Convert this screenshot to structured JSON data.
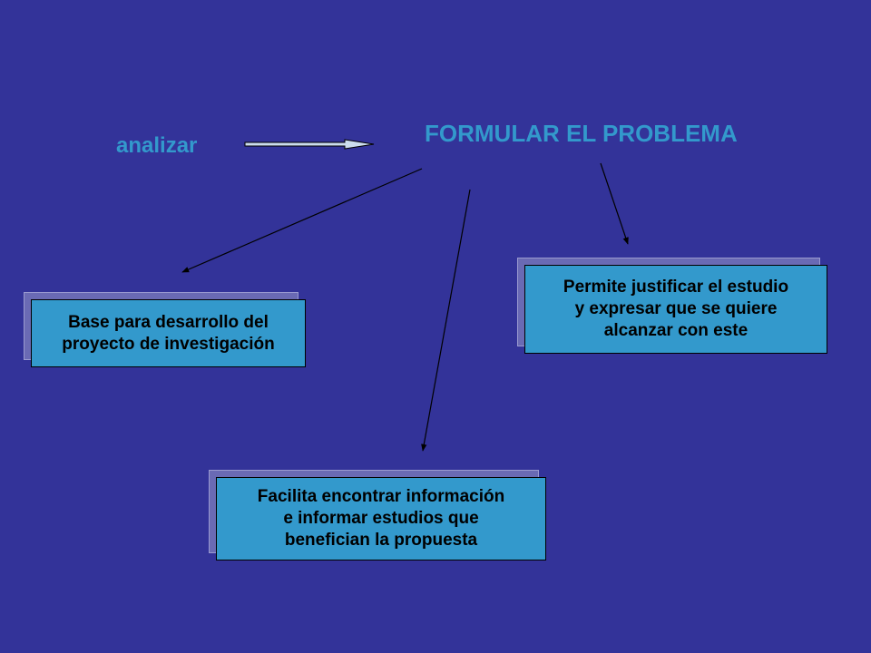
{
  "diagram": {
    "verb": "analizar",
    "title": "FORMULAR EL PROBLEMA",
    "boxes": {
      "left": {
        "lines": [
          "Base para desarrollo del",
          "proyecto de investigación"
        ]
      },
      "right": {
        "lines": [
          "Permite justificar el estudio",
          "y expresar que se quiere",
          "alcanzar con este"
        ]
      },
      "bottom": {
        "lines": [
          "Facilita encontrar información",
          "e informar estudios que",
          "benefician la propuesta"
        ]
      }
    }
  },
  "colors": {
    "background": "#333399",
    "accent_text": "#3399cc",
    "box_face": "#3399cc",
    "box_shadow": "#6a6ab4",
    "arrow": "#000000",
    "thick_arrow_fill": "#ccddee"
  }
}
